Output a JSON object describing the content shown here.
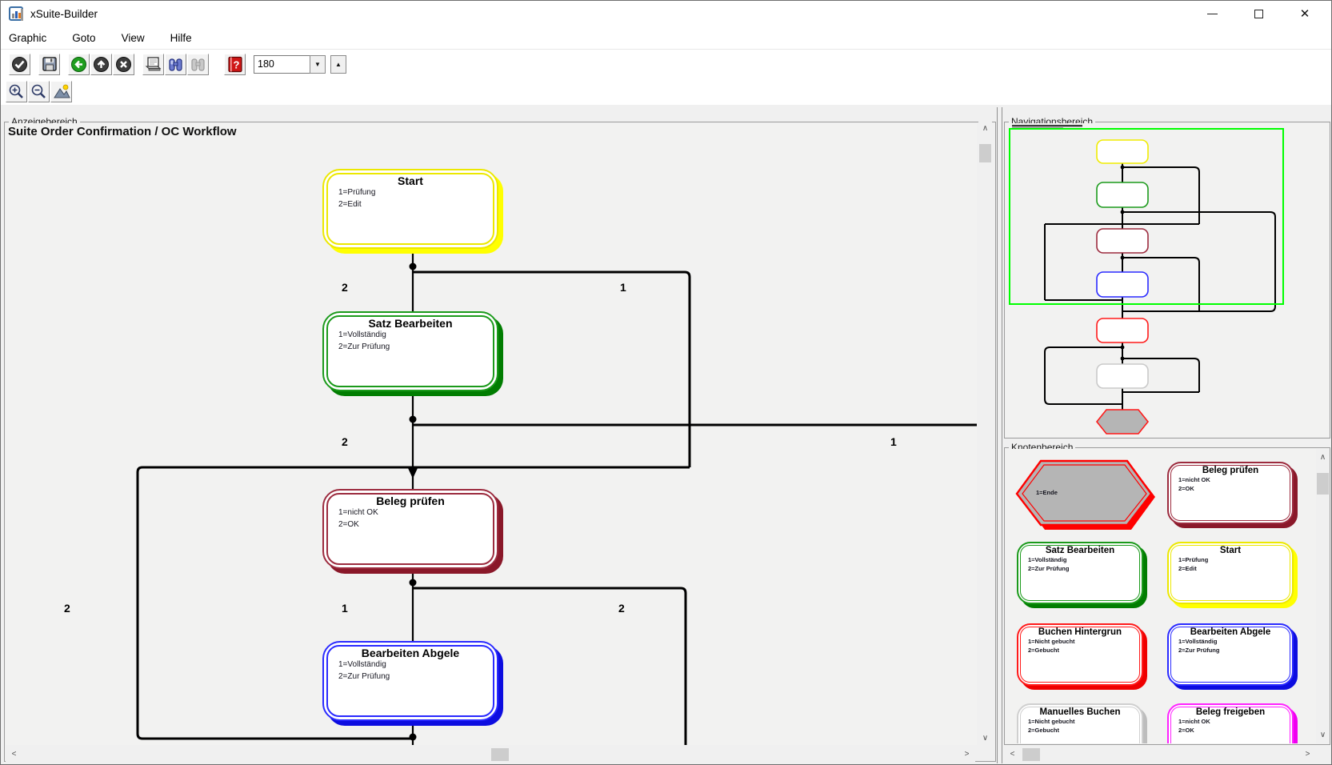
{
  "window": {
    "title": "xSuite-Builder",
    "controls": [
      "minimize",
      "maximize",
      "close"
    ]
  },
  "icons": {
    "close": "✕",
    "dropdown": "▼",
    "spin_up": "▲",
    "scroll_up": "∧",
    "scroll_down": "∨",
    "scroll_left": "<",
    "scroll_right": ">"
  },
  "menu": {
    "items": [
      {
        "label": "Graphic"
      },
      {
        "label": "Goto"
      },
      {
        "label": "View"
      },
      {
        "label": "Hilfe"
      }
    ]
  },
  "toolbar": {
    "zoom_value": "180",
    "buttons_row1": [
      "validate",
      "save",
      "back-globe",
      "upload-globe",
      "cancel-globe",
      "print",
      "find",
      "find-next",
      "help"
    ],
    "buttons_row2": [
      "zoom-in",
      "zoom-out",
      "image"
    ]
  },
  "display": {
    "group_label": "Anzeigebereich",
    "workflow_title": "Suite Order Confirmation / OC Workflow"
  },
  "navigation": {
    "group_label": "Navigationsbereich"
  },
  "palette_panel": {
    "group_label": "Knotenbereich"
  },
  "diagram": {
    "nodes": [
      {
        "title": "Start",
        "line1": "1=Prüfung",
        "line2": "2=Edit",
        "color": "#ffff00"
      },
      {
        "title": "Satz Bearbeiten",
        "line1": "1=Vollständig",
        "line2": "2=Zur Prüfung",
        "color": "#008000"
      },
      {
        "title": "Beleg prüfen",
        "line1": "1=nicht OK",
        "line2": "2=OK",
        "color": "#9c2b3e"
      },
      {
        "title": "Bearbeiten Abgele",
        "line1": "1=Vollständig",
        "line2": "2=Zur Prüfung",
        "color": "#2a2aff"
      }
    ],
    "edge_labels": [
      {
        "text": "2"
      },
      {
        "text": "1"
      },
      {
        "text": "2"
      },
      {
        "text": "1"
      },
      {
        "text": "2"
      },
      {
        "text": "1"
      },
      {
        "text": "2"
      }
    ]
  },
  "palette": {
    "items": [
      {
        "title": "",
        "line1": "1=Ende",
        "line2": "",
        "shape": "hexagon",
        "color": "#ff0000",
        "fill": "#b5b5b5"
      },
      {
        "title": "Beleg prüfen",
        "line1": "1=nicht OK",
        "line2": "2=OK",
        "color": "#9c2b3e"
      },
      {
        "title": "Satz Bearbeiten",
        "line1": "1=Vollständig",
        "line2": "2=Zur Prüfung",
        "color": "#008000"
      },
      {
        "title": "Start",
        "line1": "1=Prüfung",
        "line2": "2=Edit",
        "color": "#ffff00"
      },
      {
        "title": "Buchen Hintergrun",
        "line1": "1=Nicht gebucht",
        "line2": "2=Gebucht",
        "color": "#ff0000"
      },
      {
        "title": "Bearbeiten Abgele",
        "line1": "1=Vollständig",
        "line2": "2=Zur Prüfung",
        "color": "#2a2aff"
      },
      {
        "title": "Manuelles Buchen",
        "line1": "1=Nicht gebucht",
        "line2": "2=Gebucht",
        "color": "#c0c0c0"
      },
      {
        "title": "Beleg freigeben",
        "line1": "1=nicht OK",
        "line2": "2=OK",
        "color": "#ff00ff"
      }
    ]
  },
  "minimap_colors": [
    "#ffff00",
    "#008000",
    "#9c2b3e",
    "#2a2aff",
    "#ff0000",
    "#cccccc",
    "#ff0000"
  ],
  "viewport_color": "#00ff00"
}
